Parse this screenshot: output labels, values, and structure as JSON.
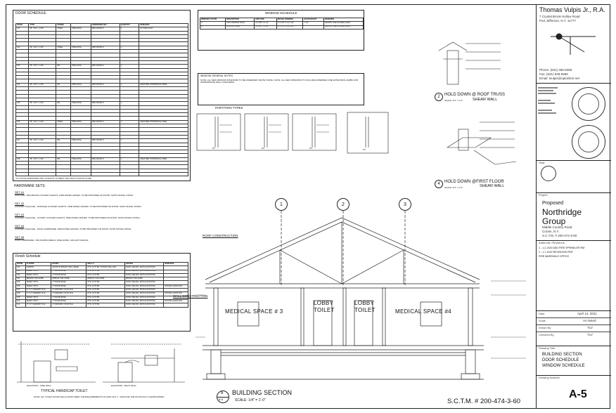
{
  "door_schedule": {
    "title": "DOOR SCHEDULE",
    "headers": [
      "DOOR",
      "TYPE",
      "FRAME",
      "",
      "HARDWARE SET",
      "QUANTITY",
      "REMARKS"
    ],
    "rows": [
      [
        "101",
        "36\" x 84\" x 1-3/4\"",
        "STEEL",
        "PRE-HUNG",
        "PER DETAILS",
        "1",
        "W/ SIDE LIGHT"
      ],
      [
        "102",
        "36\" x 84\" x 1-3/4\"",
        "STEEL",
        "PRE-HUNG",
        "PER DETAILS",
        "1",
        ""
      ],
      [
        "103",
        "36\" x 84\" x 1-3/4\"",
        "MIL",
        "PRE-HUNG",
        "PER DETAILS",
        "1",
        ""
      ],
      [
        "104",
        "36\" x 84\" x 1-3/4\"",
        "MIL",
        "PRE-HUNG",
        "PER DETAILS",
        "1",
        "WEATHER STRIPPED/CLOSER"
      ],
      [
        "105",
        "36\" x 84\" x 1-3/4\"",
        "MIL",
        "PRE-HUNG",
        "PER DETAILS",
        "1",
        ""
      ],
      [
        "106",
        "36\" x 84\" x 1-3/4\"",
        "STEEL",
        "PRE-HUNG",
        "PER DETAILS",
        "1",
        "WEATHER STRIPPED/CLOSER"
      ],
      [
        "107",
        "36\" x 84\" x 1-3/4\"",
        "MIL",
        "PRE-HUNG",
        "PER DETAILS",
        "1",
        ""
      ],
      [
        "108",
        "36\" x 84\" x 1-3/4\"",
        "MIL",
        "PRE-HUNG",
        "PER DETAILS",
        "1",
        "WEATHER STRIPPED/CLOSER"
      ]
    ],
    "note": "ALL DOOR HARDWARE AND GASKETS TO MEET THE 2020 NYS/ANSI CODE"
  },
  "hardware_sets": {
    "title": "HARDWARE SETS:",
    "sets": [
      {
        "name": "SET #1",
        "text": "SCHLAGE - BATHROOM LOCKSET ALWAYS. FIRE RATED HINGES. TO BE PROVIDED ON DOOR. SATIN NICKEL FINISH."
      },
      {
        "name": "SET #2",
        "text": "LOCKSET SCHLAGE - PASSAGE LOCKSET ALWAYS. FIRE RATED HINGES. TO BE PROVIDED ON DOOR. SATIN NICKEL FINISH."
      },
      {
        "name": "SET #3",
        "text": "LOCKSET SCHLAGE - CLOSET LOCKSET ALWAYS. FIRE RATED HINGES. TO BE PROVIDED ON DOOR. SATIN NICKEL FINISH."
      },
      {
        "name": "SET #4",
        "text": "LOCKSET SCHLAGE - PANIC HARDWARE. FIRE RATED HINGES. TO BE PROVIDED ON DOOR. SATIN NICKEL FINISH."
      },
      {
        "name": "SET #5",
        "text": "PANIC HARDWARE. VON DUPRIN 98EO-F FIRE RATED. ADA EXIT DEVICE."
      }
    ]
  },
  "finish_schedule": {
    "title": "Finish Schedule",
    "headers": [
      "ROOM",
      "FLOORS",
      "BASES",
      "WALLS",
      "CEILING",
      "REMARKS"
    ],
    "rows": [
      [
        "101",
        "CARPET",
        "WOOD STRAIGHT WALL BASE",
        "PTD. GYP. BD. (STRAIT WALL BA)",
        "ACMC CEILING, MATCH EXISTING",
        ""
      ],
      [
        "102",
        "SHEET VINYL",
        "4\" WHITE BASE",
        "PTD. GYP. BD.",
        "ACMC CEILING, MATCH EXISTING",
        ""
      ],
      [
        "103",
        "SHEET VINYL",
        "4\" WHITE BASE",
        "PTD. GYP. BD.",
        "ACMC CEILING, MATCH EXISTING",
        ""
      ],
      [
        "104",
        "REMAIN THE SAME",
        "REMAIN THE SAME",
        "REMAIN THE SAME",
        "REMAIN THE SAME",
        ""
      ],
      [
        "105",
        "SHEET VINYL",
        "4\" WHITE BASE",
        "PTD. GYP. BD.",
        "ACMC CEILING, MATCH EXISTING",
        ""
      ],
      [
        "106",
        "SHEET VINYL",
        "4\" WHITE BASE",
        "PTD. GYP. BD.",
        "ACMC CEILING, MATCH EXISTING",
        "MOOSE CHAIR RAIL"
      ],
      [
        "107",
        "2\" X 2\" CERAMIC TILE",
        "4\" CERAMIC COVE TILE",
        "PTD. GYP. BD.",
        "ACMC CEILING, MATCH EXISTING",
        ""
      ],
      [
        "108",
        "2\" X 2\" CERAMIC TILE",
        "4\" CERAMIC COVE TILE",
        "PTD. GYP. BD.",
        "ACMC CEILING, MATCH EXISTING",
        "MOOSE CHAIR RAIL"
      ],
      [
        "109",
        "SHEET VINYL",
        "4\" WHITE BASE",
        "PTD. GYP. BD.",
        "ACMC CEILING, MATCH EXISTING",
        ""
      ],
      [
        "110",
        "SHEET VINYL",
        "4\" WHITE BASE",
        "PTD. GYP. BD.",
        "ACMC CEILING, MATCH EXISTING",
        "MOOSE CHAIR RAIL"
      ],
      [
        "111",
        "2\" X 2\" CERAMIC TILE",
        "4\" CERAMIC COVE TILE",
        "PTD. GYP. BD.",
        "ACMC CEILING, MATCH EXISTING",
        ""
      ]
    ]
  },
  "window_schedule": {
    "title": "WINDOW SCHEDULE",
    "headers": [
      "WINDOW LETTER",
      "DESCRIPTION",
      "UNIT SIZE",
      "ROUGH OPENING",
      "HEAD HEIGHT",
      "REMARKS"
    ],
    "rows": [
      [
        "A",
        "TWO WINDOW SASH",
        "3'-3 3/8\" X 4'-11\"",
        "3'-3 7/8\" X 4'-11 1/2\"",
        "7'-10\"",
        "MARVIN ONE DOUBLE HUNG"
      ],
      [
        "B",
        "WINDOW SASH",
        "3'-3 3/8\" X 4'-11\"",
        "3'-3 7/8\" X 4'-11 1/2\"",
        "",
        "MARVIN ONE DOUBLE HUNG"
      ]
    ]
  },
  "window_notes": {
    "title": "WINDOW GENERAL NOTES",
    "text": "NOTE: ALL NEW WINDOW INTERIORS TO BE ANDERSEN 'WHITE' FINISH. NOTE: ALL NEW WINDOWS TO INCLUDE ANDERSEN FINE EXTENSION JAMBS FOR APPROPRIATE WALL THICKNESS."
  },
  "partition_types": {
    "title": "PARTITION TYPES",
    "labels": [
      "P1",
      "P2",
      "P3",
      "P4"
    ]
  },
  "details": [
    {
      "num": "2",
      "title": "HOLD DOWN @ ROOF TRUSS",
      "subtitle": "SHEAR WALL",
      "scale": "SCALE: 1/4\" = 1'-0\""
    },
    {
      "num": "4",
      "title": "HOLD DOWN @FIRST FLOOR",
      "subtitle": "SHEAR WALL",
      "scale": "SCALE: 1/4\" = 1'-0\""
    }
  ],
  "section": {
    "title": "BUILDING SECTION",
    "scale": "SCALE: 1/4\" = 1'-0\"",
    "tag_top": "A",
    "tag_bottom": "A-5",
    "grid": [
      "1",
      "2",
      "3"
    ],
    "rooms": [
      "MEDICAL SPACE # 3",
      "LOBBY",
      "TOILET",
      "LOBBY",
      "TOILET",
      "MEDICAL SPACE #4"
    ],
    "roof_construction": "ROOF CONSTRUCTION",
    "wall_construction": "WALL CONSTRUCTION"
  },
  "handicap": {
    "title": "TYPICAL HANDICAP TOILET",
    "left": "ELEVATION - SIDE WALL",
    "right": "ELEVATION - BACK WALL",
    "note": "NOTE: ALL TOILET ROOM WALLS MUST MEET THE REQUIREMENTS OF ANSI A117.1 - 2009 FOR THE PHYSICALLY HANDICAPPED."
  },
  "sctm": "S.C.T.M. # 200-474-3-60",
  "titleblock": {
    "architect": "Thomas Vulpis Jr., R.A.",
    "addr1": "7 Crystal Brook Hollow Road",
    "addr2": "Port Jefferson, N.Y. 11777",
    "phone": "Phone: (631) 466-6358",
    "fax": "Fax: (631) 828-6566",
    "email": "Email: tvulpis@optonline.net",
    "seal_label": "Seal:",
    "project_label": "Project",
    "proposed": "Proposed",
    "project_name": "Northridge",
    "project_name2": "Group",
    "project_addr": "Middle Country Road",
    "project_town": "Coram, N.Y.",
    "project_sctm": "S.C.T.M. # 200-474-3-60",
    "addenda_label": "Addenda / Revisions:",
    "revisions": [
      "1 - 1-2-2022 ADD FIRE SPRINKLER RM",
      "2 - 1-7-2022 REVISIONS PER",
      "FIRE MARSHALS OFFICE"
    ],
    "date_label": "Date",
    "date": "April 14, 2021",
    "scale_label": "Scale",
    "scale": "As Noted",
    "drawn_label": "Drawn By",
    "drawn": "TLV",
    "checked_label": "Checked By",
    "checked": "TLV",
    "drawing_title_label": "Drawing Title",
    "drawing_title": [
      "BUILDING SECTION",
      "DOOR SCHEDULE",
      "WINDOW SCHEDULE"
    ],
    "drawing_number_label": "Drawing Number",
    "drawing_number": "A-5"
  }
}
